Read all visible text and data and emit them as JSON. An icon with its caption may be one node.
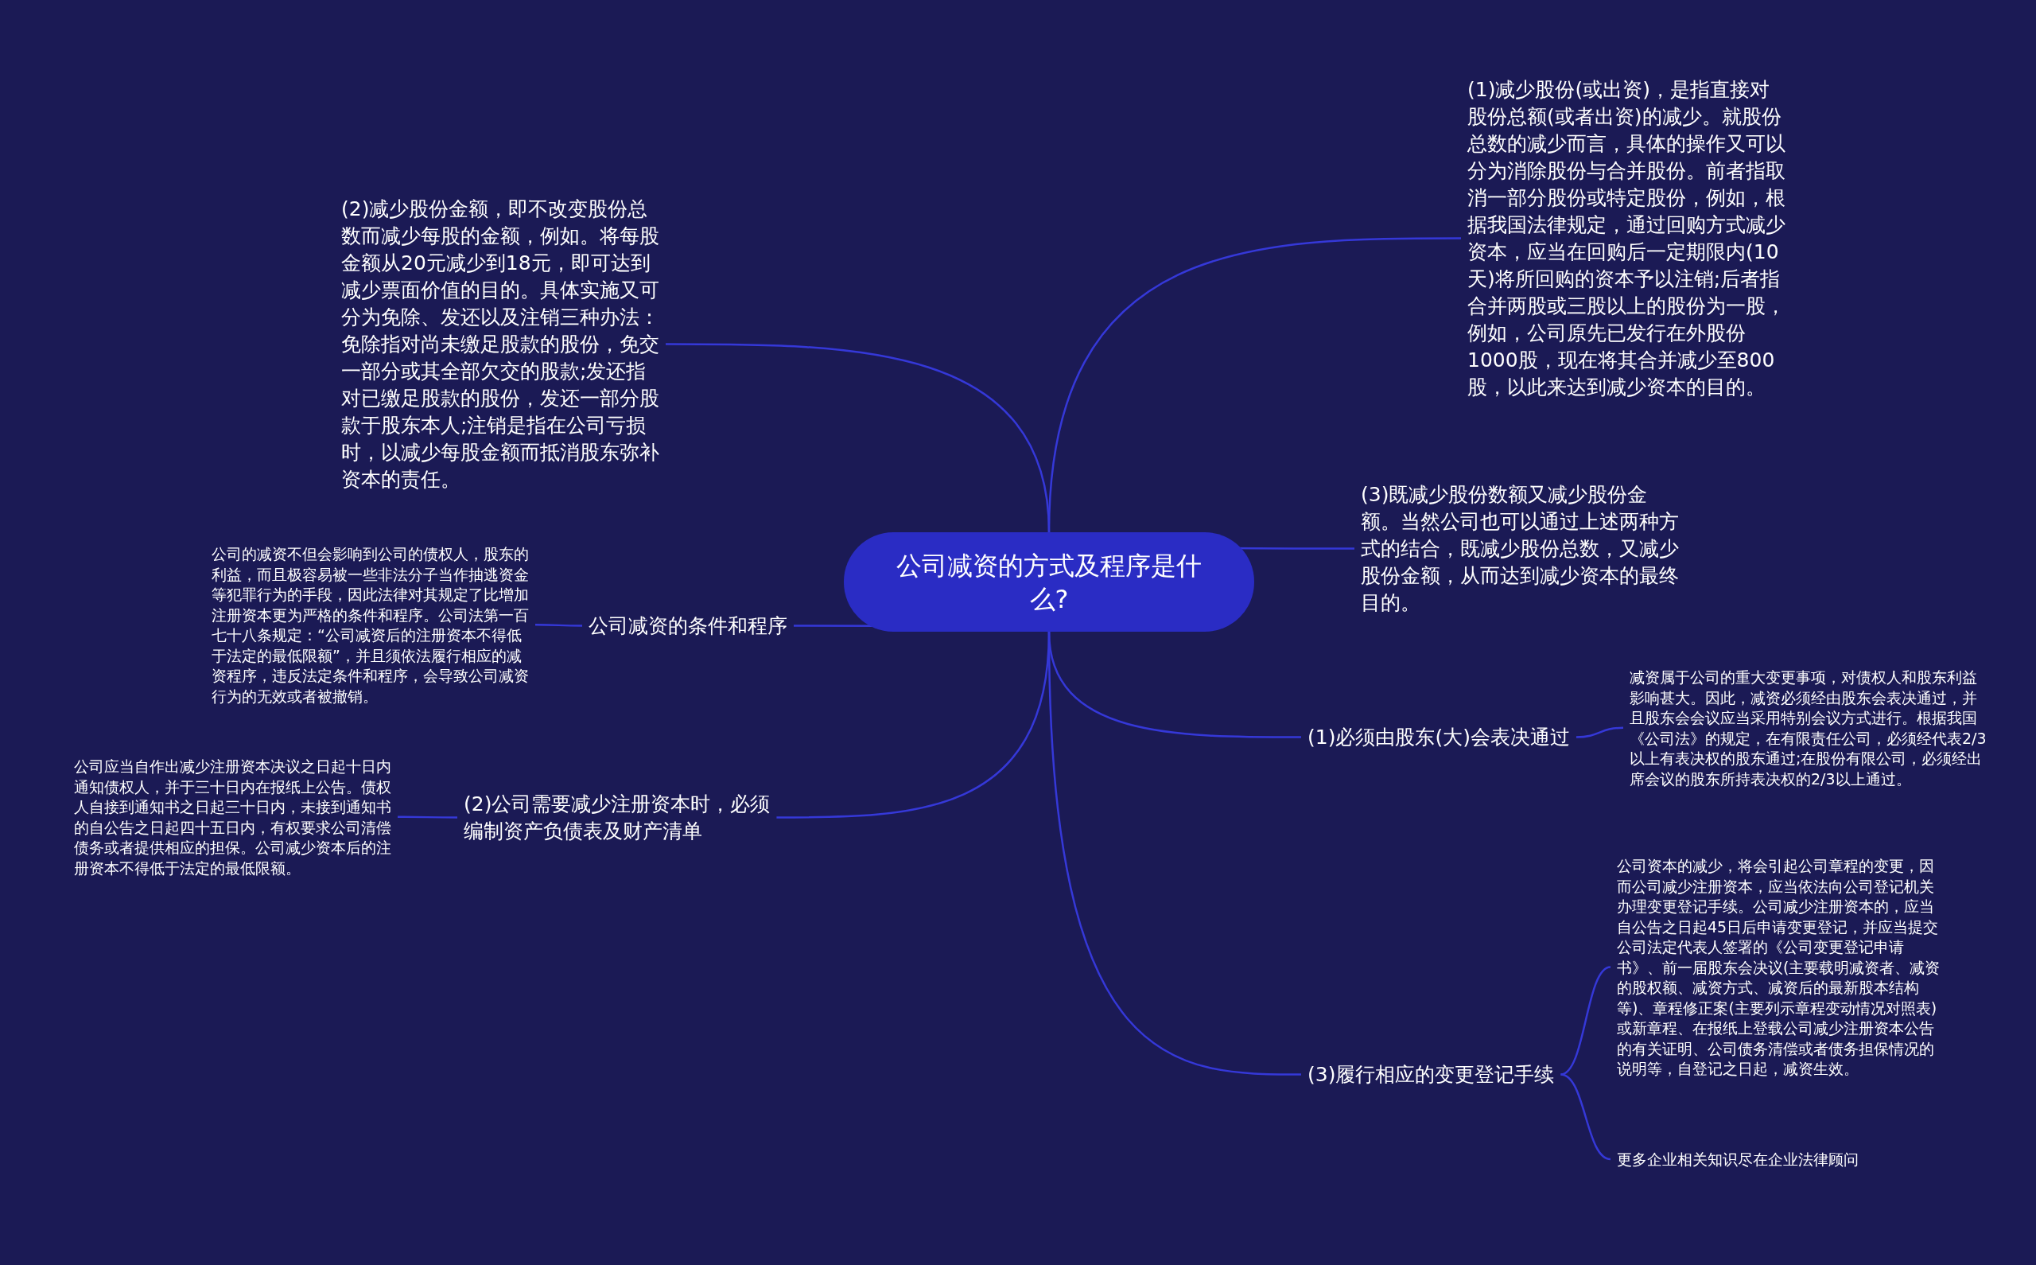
{
  "diagram": {
    "nodes": [
      {
        "text": [
          "公司减资的方式及程序是什么?"
        ]
      },
      {
        "text": [
          "(1)减少股份(或出资)，是指直接对股份总额(或者出资)的减少。就股份总数的减少而言，具体的操作又可以分为消除股份与合并股份。前者指取消一部分股份或特定股份，例如，根据我国法律规定，通过回购方式减少资本，应当在回购后一定期限内(10天)将所回购的资本予以注销;后者指合并两股或三股以上的股份为一股，例如，公司原先已发行在外股份1000股，现在将其合并减少至800股，以此来达到减少资本的目的。"
        ]
      },
      {
        "text": [
          "(2)减少股份金额，即不改变股份总数而减少每股的金额，例如。将每股金额从20元减少到18元，即可达到减少票面价值的目的。具体实施又可分为免除、发还以及注销三种办法：免除指对尚未缴足股款的股份，免交一部分或其全部欠交的股款;发还指对已缴足股款的股份，发还一部分股款于股东本人;注销是指在公司亏损时，以减少每股金额而抵消股东弥补资本的责任。"
        ]
      },
      {
        "text": [
          "(3)既减少股份数额又减少股份金额。当然公司也可以通过上述两种方式的结合，既减少股份总数，又减少股份金额，从而达到减少资本的最终目的。"
        ]
      },
      {
        "text": [
          "公司减资的条件和程序"
        ]
      },
      {
        "text": [
          "公司的减资不但会影响到公司的债权人，股东的利益，而且极容易被一些非法分子当作抽逃资金等犯罪行为的手段，因此法律对其规定了比增加注册资本更为严格的条件和程序。公司法第一百七十八条规定：“公司减资后的注册资本不得低于法定的最低限额”，并且须依法履行相应的减资程序，违反法定条件和程序，会导致公司减资行为的无效或者被撤销。"
        ]
      },
      {
        "text": [
          "(1)必须由股东(大)会表决通过"
        ]
      },
      {
        "text": [
          "减资属于公司的重大变更事项，对债权人和股东利益影响甚大。因此，减资必须经由股东会表决通过，并且股东会会议应当采用特别会议方式进行。根据我国《公司法》的规定，在有限责任公司，必须经代表2/3以上有表决权的股东通过;在股份有限公司，必须经出席会议的股东所持表决权的2/3以上通过。"
        ]
      },
      {
        "text": [
          "(2)公司需要减少注册资本时，必须编制资产负债表及财产清单"
        ]
      },
      {
        "text": [
          "公司应当自作出减少注册资本决议之日起十日内通知债权人，并于三十日内在报纸上公告。债权人自接到通知书之日起三十日内，未接到通知书的自公告之日起四十五日内，有权要求公司清偿债务或者提供相应的担保。公司减少资本后的注册资本不得低于法定的最低限额。"
        ]
      },
      {
        "text": [
          "(3)履行相应的变更登记手续"
        ]
      },
      {
        "text": [
          "公司资本的减少，将会引起公司章程的变更，因而公司减少注册资本，应当依法向公司登记机关办理变更登记手续。公司减少注册资本的，应当自公告之日起45日后申请变更登记，并应当提交公司法定代表人签署的《公司变更登记申请书》、前一届股东会决议(主要载明减资者、减资的股权额、减资方式、减资后的最新股本结构等)、章程修正案(主要列示章程变动情况对照表)或新章程、在报纸上登载公司减少注册资本公告的有关证明、公司债务清偿或者债务担保情况的说明等，自登记之日起，减资生效。"
        ]
      },
      {
        "text": [
          "更多企业相关知识尽在企业法律顾问"
        ]
      }
    ],
    "edges": [
      {
        "from": 0,
        "to": 1,
        "arrow": "none"
      },
      {
        "from": 0,
        "to": 2,
        "arrow": "none"
      },
      {
        "from": 0,
        "to": 3,
        "arrow": "none"
      },
      {
        "from": 0,
        "to": 4,
        "arrow": "none"
      },
      {
        "from": 4,
        "to": 5,
        "arrow": "none"
      },
      {
        "from": 0,
        "to": 6,
        "arrow": "none"
      },
      {
        "from": 6,
        "to": 7,
        "arrow": "none"
      },
      {
        "from": 0,
        "to": 8,
        "arrow": "none"
      },
      {
        "from": 8,
        "to": 9,
        "arrow": "none"
      },
      {
        "from": 0,
        "to": 10,
        "arrow": "none"
      },
      {
        "from": 10,
        "to": 11,
        "arrow": "none"
      },
      {
        "from": 10,
        "to": 12,
        "arrow": "none"
      }
    ]
  }
}
